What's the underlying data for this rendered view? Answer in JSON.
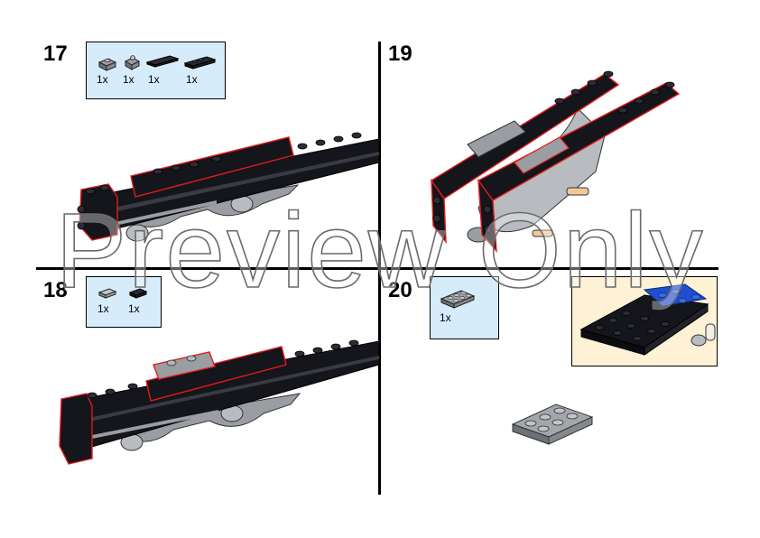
{
  "steps": [
    {
      "number": "17",
      "parts": [
        "1x",
        "1x",
        "1x",
        "1x"
      ]
    },
    {
      "number": "18",
      "parts": [
        "1x",
        "1x"
      ]
    },
    {
      "number": "19",
      "parts": []
    },
    {
      "number": "20",
      "parts": [
        "1x"
      ]
    }
  ],
  "watermark": "Preview Only",
  "colors": {
    "parts_box_bg": "#d7ecfb",
    "callout_bg": "#fdf1d6",
    "brick_black": "#15151c",
    "brick_gray": "#9a9ea3",
    "outline_red": "#e21b1b",
    "brick_blue": "#1f4fcf",
    "brick_tan": "#f0c89a"
  }
}
